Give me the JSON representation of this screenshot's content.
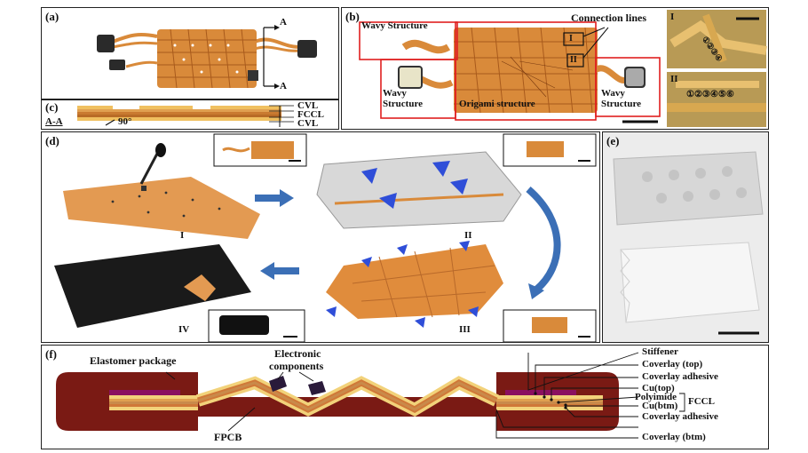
{
  "panel_a": {
    "label": "(a)",
    "section_marks": [
      "A",
      "A"
    ]
  },
  "panel_b": {
    "label": "(b)",
    "wavy_top": "Wavy Structure",
    "wavy_left_1": "Wavy",
    "wavy_left_2": "Structure",
    "origami": "Origami structure",
    "wavy_right_1": "Wavy",
    "wavy_right_2": "Structure",
    "connection_lines": "Connection lines",
    "box_I": "I",
    "box_II": "II",
    "inset_I_label": "I",
    "inset_I_numbers": "①②③④",
    "inset_II_label": "II",
    "inset_II_numbers": "①②③④⑤⑥"
  },
  "panel_c": {
    "label": "(c)",
    "section": "A-A",
    "angle": "90°",
    "layers": [
      "CVL",
      "FCCL",
      "CVL"
    ]
  },
  "panel_d": {
    "label": "(d)",
    "steps": [
      "I",
      "II",
      "III",
      "IV"
    ]
  },
  "panel_e": {
    "label": "(e)"
  },
  "panel_f": {
    "label": "(f)",
    "elastomer": "Elastomer package",
    "electronic_1": "Electronic",
    "electronic_2": "components",
    "fpcb": "FPCB",
    "right_labels": {
      "stiffener": "Stiffener",
      "coverlay_top": "Coverlay (top)",
      "coverlay_adhesive_top": "Coverlay adhesive",
      "cu_top": "Cu(top)",
      "polyimide": "Polyimide",
      "fccl": "FCCL",
      "cu_btm": "Cu(btm)",
      "coverlay_adhesive_btm": "Coverlay adhesive",
      "coverlay_btm": "Coverlay (btm)"
    }
  },
  "colors": {
    "copper": "#d98a3a",
    "dark_copper": "#a85a1c",
    "elastomer": "#7a1a14",
    "stiffener": "#8a1060",
    "callout_red": "#e02020",
    "arrow_blue": "#3b6fb6"
  }
}
